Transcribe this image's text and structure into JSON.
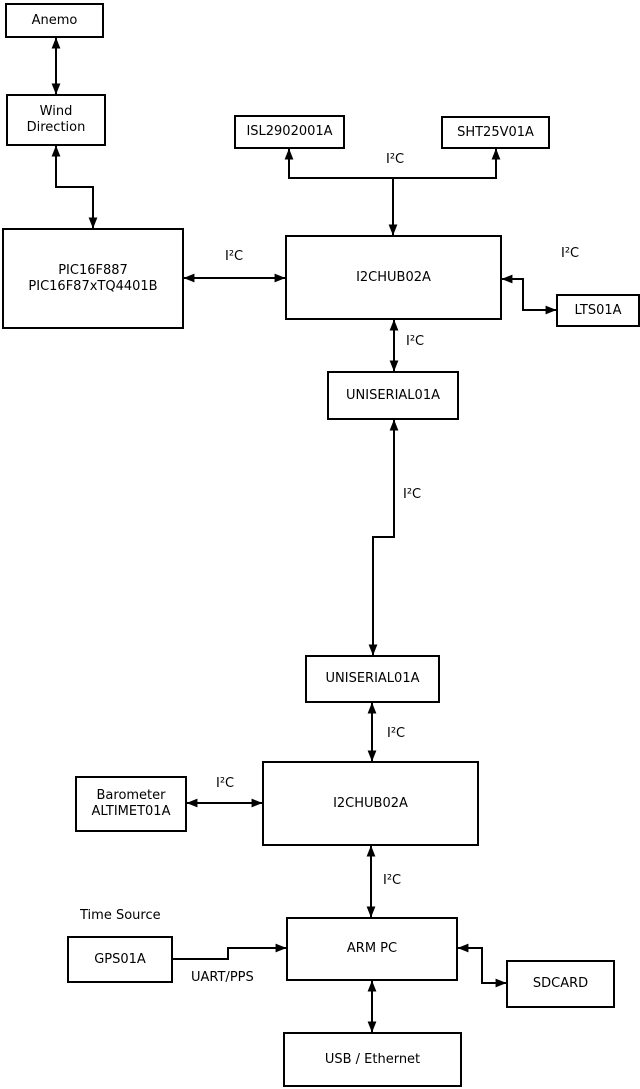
{
  "diagram": {
    "background": "#ffffff",
    "line_color": "#000000",
    "nodes": {
      "anemo": {
        "label": "Anemo"
      },
      "wind_direction": {
        "label": "Wind\nDirection"
      },
      "pic16f887": {
        "label": "PIC16F887\nPIC16F87xTQ4401B"
      },
      "isl2902001a": {
        "label": "ISL2902001A"
      },
      "sht25v01a": {
        "label": "SHT25V01A"
      },
      "i2chub02a_top": {
        "label": "I2CHUB02A"
      },
      "lts01a": {
        "label": "LTS01A"
      },
      "uniserial01a_top": {
        "label": "UNISERIAL01A"
      },
      "uniserial01a_bottom": {
        "label": "UNISERIAL01A"
      },
      "i2chub02a_bottom": {
        "label": "I2CHUB02A"
      },
      "barometer": {
        "label": "Barometer\nALTIMET01A"
      },
      "gps01a": {
        "label": "GPS01A"
      },
      "arm_pc": {
        "label": "ARM PC"
      },
      "sdcard": {
        "label": "SDCARD"
      },
      "usb_ethernet": {
        "label": "USB / Ethernet"
      }
    },
    "annotations": {
      "time_source": "Time Source"
    },
    "edges": [
      {
        "from": "Anemo",
        "to": "Wind Direction",
        "style": "bidirectional",
        "label": ""
      },
      {
        "from": "Wind Direction",
        "to": "PIC16F887",
        "style": "bidirectional",
        "label": ""
      },
      {
        "from": "PIC16F887",
        "to": "I2CHUB02A (top)",
        "style": "bidirectional",
        "label": "I²C"
      },
      {
        "from": "I2CHUB02A (top)",
        "to": "ISL2902001A",
        "style": "arrow",
        "label": "I²C"
      },
      {
        "from": "I2CHUB02A (top)",
        "to": "SHT25V01A",
        "style": "arrow",
        "label": ""
      },
      {
        "from": "I2CHUB02A (top)",
        "to": "LTS01A",
        "style": "bidirectional",
        "label": "I²C"
      },
      {
        "from": "I2CHUB02A (top)",
        "to": "UNISERIAL01A (top)",
        "style": "bidirectional",
        "label": "I²C"
      },
      {
        "from": "UNISERIAL01A (top)",
        "to": "UNISERIAL01A (bottom)",
        "style": "bidirectional",
        "label": "I²C"
      },
      {
        "from": "UNISERIAL01A (bottom)",
        "to": "I2CHUB02A (bottom)",
        "style": "bidirectional",
        "label": "I²C"
      },
      {
        "from": "Barometer ALTIMET01A",
        "to": "I2CHUB02A (bottom)",
        "style": "bidirectional",
        "label": "I²C"
      },
      {
        "from": "I2CHUB02A (bottom)",
        "to": "ARM PC",
        "style": "bidirectional",
        "label": "I²C"
      },
      {
        "from": "GPS01A",
        "to": "ARM PC",
        "style": "arrow",
        "label": "UART/PPS"
      },
      {
        "from": "ARM PC",
        "to": "SDCARD",
        "style": "bidirectional",
        "label": ""
      },
      {
        "from": "ARM PC",
        "to": "USB / Ethernet",
        "style": "bidirectional",
        "label": ""
      }
    ]
  }
}
